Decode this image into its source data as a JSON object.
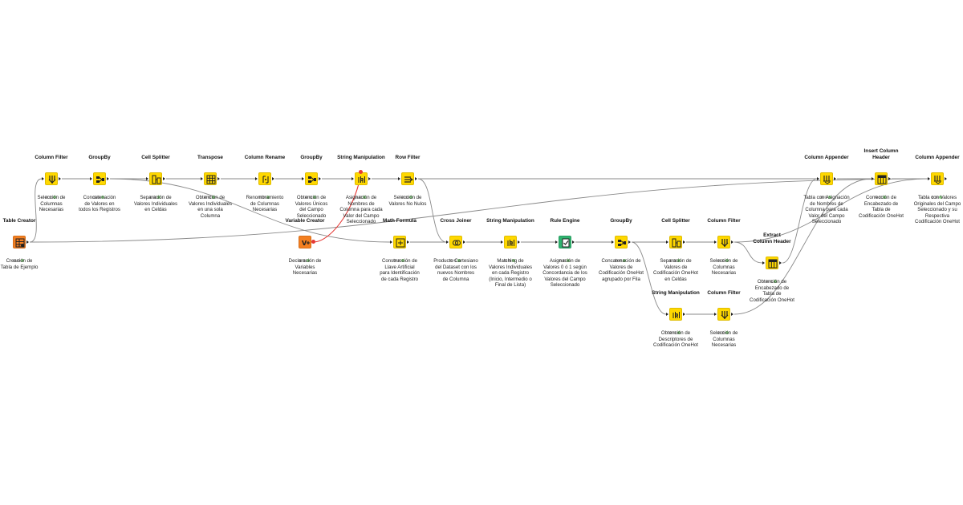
{
  "colors": {
    "source": "#f47f20",
    "manipulator": "#ffd800",
    "rule_engine": "#2fb36f",
    "variable_edge": "#e53935",
    "data_edge": "#8a8a8a"
  },
  "nodes": [
    {
      "id": "table-creator",
      "title": "Table Creator",
      "desc": "Creación de\nTabla de Ejemplo",
      "kind": "source",
      "icon": "table-icon"
    },
    {
      "id": "column-filter-1",
      "title": "Column Filter",
      "desc": "Selección de\nColumnas\nNecesarias",
      "kind": "manipulator",
      "icon": "filter-icon"
    },
    {
      "id": "groupby-1",
      "title": "GroupBy",
      "desc": "Concatenación\nde Valores en\ntodos los Registros",
      "kind": "manipulator",
      "icon": "groupby-icon"
    },
    {
      "id": "cell-splitter-1",
      "title": "Cell Splitter",
      "desc": "Separación de\nValores Individuales\nen Celdas",
      "kind": "manipulator",
      "icon": "splitter-icon"
    },
    {
      "id": "transpose",
      "title": "Transpose",
      "desc": "Obtención de\nValores Individuales\nen una sola\nColumna",
      "kind": "manipulator",
      "icon": "grid-icon"
    },
    {
      "id": "column-rename",
      "title": "Column Rename",
      "desc": "Renombramiento\nde Columnas\nNecesarias",
      "kind": "manipulator",
      "icon": "rename-icon"
    },
    {
      "id": "groupby-2",
      "title": "GroupBy",
      "desc": "Obtención de\nValores Únicos\ndel Campo\nSeleccionado",
      "kind": "manipulator",
      "icon": "groupby-icon"
    },
    {
      "id": "string-manip-1",
      "title": "String Manipulation",
      "desc": "Asignación de\nNombres de\nColumna para cada\nValor del Campo\nSeleccionado",
      "kind": "manipulator",
      "icon": "string-icon"
    },
    {
      "id": "row-filter",
      "title": "Row Filter",
      "desc": "Selección de\nValores No Nulos",
      "kind": "manipulator",
      "icon": "rowfilter-icon"
    },
    {
      "id": "column-appender-1",
      "title": "Column Appender",
      "desc": "Tabla con Asignación\nde Nombres de\nColumna para cada\nValor del Campo\nSeleccionado",
      "kind": "manipulator",
      "icon": "appender-icon"
    },
    {
      "id": "insert-column-header",
      "title": "Insert Column\nHeader",
      "desc": "Corrección de\nEncabezado de\nTabla de\nCodificación OneHot",
      "kind": "manipulator",
      "icon": "header-icon"
    },
    {
      "id": "column-appender-2",
      "title": "Column Appender",
      "desc": "Tabla con Valores\nOriginales del Campo\nSeleccionado y su\nRespectiva\nCodificación OneHot",
      "kind": "manipulator",
      "icon": "appender-icon"
    },
    {
      "id": "variable-creator",
      "title": "Variable Creator",
      "desc": "Declaración de\nVariables\nNecesarias",
      "kind": "source",
      "icon": "variable-icon"
    },
    {
      "id": "math-formula",
      "title": "Math Formula",
      "desc": "Construcción de\nLlave Artificial\npara Identificación\nde cada Registro",
      "kind": "manipulator",
      "icon": "math-icon"
    },
    {
      "id": "cross-joiner",
      "title": "Cross Joiner",
      "desc": "Producto Cartesiano\ndel Dataset con los\nnuevos Nombres\nde Columna",
      "kind": "manipulator",
      "icon": "join-icon"
    },
    {
      "id": "string-manip-2",
      "title": "String Manipulation",
      "desc": "Matching de\nValores Individuales\nen cada Registro\n(Inicio, Intermedio o\nFinal de Lista)",
      "kind": "manipulator",
      "icon": "string-icon"
    },
    {
      "id": "rule-engine",
      "title": "Rule Engine",
      "desc": "Asignación de\nValores 0 ó 1 según\nConcordancia de los\nValores del Campo\nSeleccionado",
      "kind": "rule_engine",
      "icon": "rule-icon"
    },
    {
      "id": "groupby-3",
      "title": "GroupBy",
      "desc": "Concatenación de\nValores de\nCodificación OneHot\nagrupado por Fila",
      "kind": "manipulator",
      "icon": "groupby-icon"
    },
    {
      "id": "cell-splitter-2",
      "title": "Cell Splitter",
      "desc": "Separación de\nValores de\nCodificación OneHot\nen Celdas",
      "kind": "manipulator",
      "icon": "splitter-icon"
    },
    {
      "id": "column-filter-2",
      "title": "Column Filter",
      "desc": "Selección de\nColumnas\nNecesarias",
      "kind": "manipulator",
      "icon": "filter-icon"
    },
    {
      "id": "extract-column-header",
      "title": "Extract\nColumn Header",
      "desc": "Obtención de\nEncabezado de\nTabla de\nCodificación OneHot",
      "kind": "manipulator",
      "icon": "header-icon"
    },
    {
      "id": "string-manip-3",
      "title": "String Manipulation",
      "desc": "Obtención de\nDescriptores de\nCodificación OneHot",
      "kind": "manipulator",
      "icon": "string-icon"
    },
    {
      "id": "column-filter-3",
      "title": "Column Filter",
      "desc": "Selección de\nColumnas\nNecesarias",
      "kind": "manipulator",
      "icon": "filter-icon"
    }
  ]
}
